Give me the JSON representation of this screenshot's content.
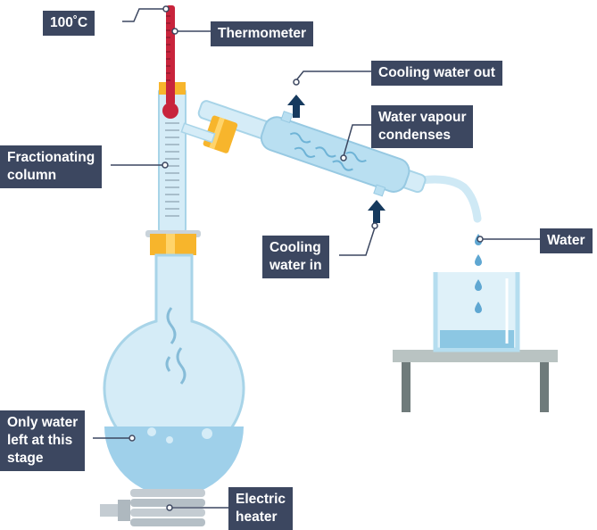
{
  "labels": {
    "temperature": "100˚C",
    "thermometer": "Thermometer",
    "cooling_water_out": "Cooling water out",
    "condensation": [
      "Water vapour",
      "condenses"
    ],
    "fractionating_column": [
      "Fractionating",
      "column"
    ],
    "cooling_water_in": [
      "Cooling",
      "water in"
    ],
    "water": "Water",
    "residue": [
      "Only water",
      "left at this",
      "stage"
    ],
    "heater": [
      "Electric",
      "heater"
    ]
  },
  "colors": {
    "label_bg": "#3c4760",
    "glass": "#cfe9f5",
    "glass_edge": "#9fd0e6",
    "water": "#a8d6ec",
    "stopper": "#f7b52c",
    "thermometer_red": "#c8243c",
    "arrow": "#163a5e",
    "table": "#7f8a8a"
  },
  "icons": [
    "arrow-up-icon"
  ]
}
